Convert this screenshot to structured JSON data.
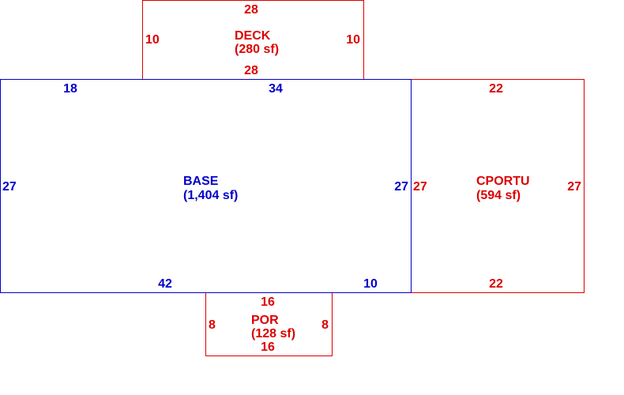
{
  "colors": {
    "base": "#0000cc",
    "addition": "#dd0000"
  },
  "areas": {
    "deck": {
      "name": "DECK",
      "area": "(280 sf)",
      "dims": {
        "top": "28",
        "bottom": "28",
        "left": "10",
        "right": "10"
      }
    },
    "base": {
      "name": "BASE",
      "area": "(1,404 sf)",
      "dims": {
        "top_left": "18",
        "top_right": "34",
        "left": "27",
        "right": "27",
        "bottom_left": "42",
        "bottom_right": "10"
      }
    },
    "cportu": {
      "name": "CPORTU",
      "area": "(594 sf)",
      "dims": {
        "top": "22",
        "bottom": "22",
        "left": "27",
        "right": "27"
      }
    },
    "por": {
      "name": "POR",
      "area": "(128 sf)",
      "dims": {
        "top": "16",
        "bottom": "16",
        "left": "8",
        "right": "8"
      }
    }
  }
}
